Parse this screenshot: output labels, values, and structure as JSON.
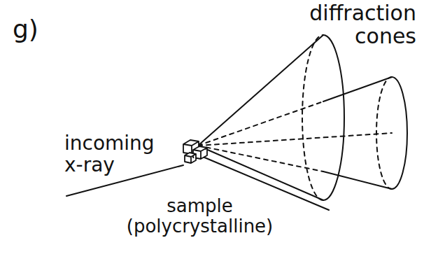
{
  "diagram": {
    "labels": [
      "g)",
      "diffraction cones",
      "incoming x-ray",
      "sample (polycrystalline)"
    ]
  }
}
